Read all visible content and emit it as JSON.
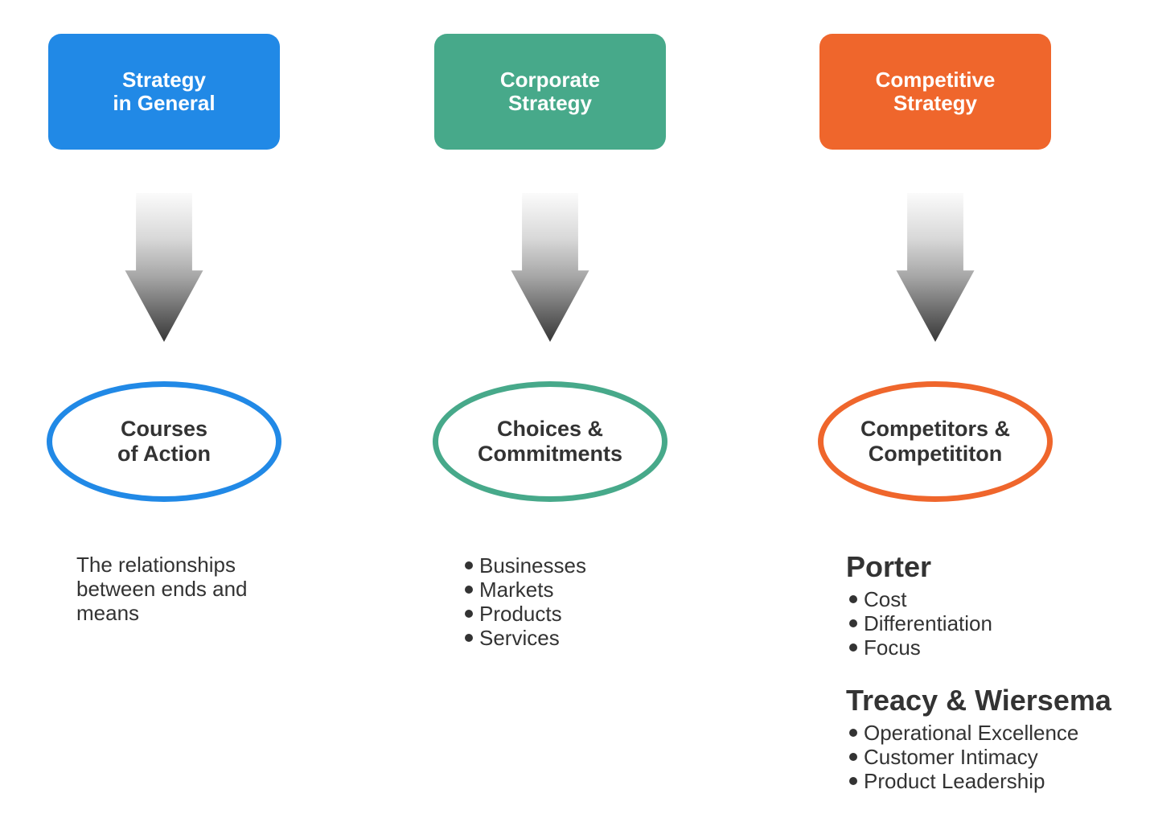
{
  "colors": {
    "blue": "#2189E6",
    "green": "#47A98A",
    "orange": "#EF662C",
    "ink": "#333333",
    "arrow_start": "#FBFBFB",
    "arrow_end": "#373737"
  },
  "columns": [
    {
      "box_label": "Strategy\nin General",
      "ellipse_label": "Courses\nof Action",
      "description": "The relationships\nbetween ends and\nmeans"
    },
    {
      "box_label": "Corporate\nStrategy",
      "ellipse_label": "Choices &\nCommitments",
      "bullets": [
        "Businesses",
        "Markets",
        "Products",
        "Services"
      ]
    },
    {
      "box_label": "Competitive\nStrategy",
      "ellipse_label": "Competitors &\nCompetititon",
      "sections": [
        {
          "heading": "Porter",
          "bullets": [
            "Cost",
            "Differentiation",
            "Focus"
          ]
        },
        {
          "heading": "Treacy & Wiersema",
          "bullets": [
            "Operational Excellence",
            "Customer Intimacy",
            "Product Leadership"
          ]
        }
      ]
    }
  ]
}
